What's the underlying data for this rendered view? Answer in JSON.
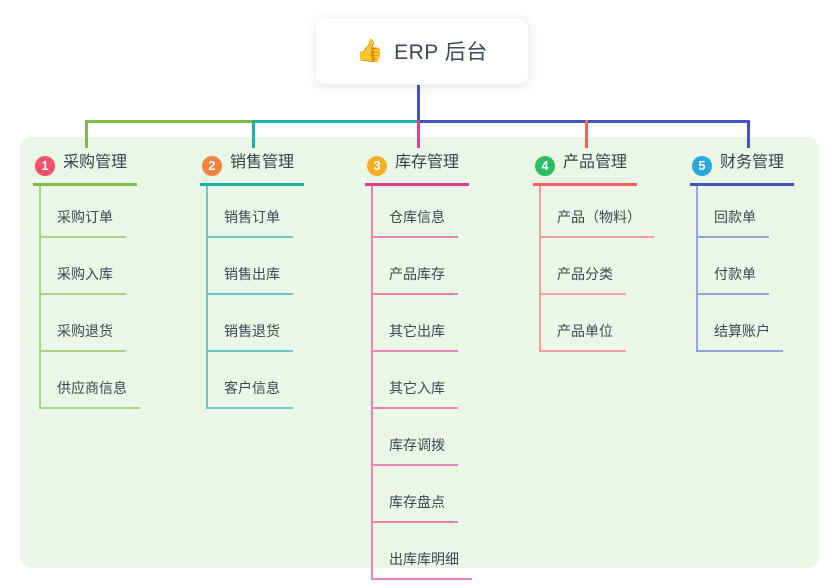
{
  "root": {
    "icon": "👍",
    "label": "ERP 后台"
  },
  "colors": {
    "panel_bg": "#ebf7e6",
    "root_connector": "#4255c4",
    "branch1_line": "#7cbe45",
    "branch2_line": "#18b2a8",
    "branch3_line": "#db3e93",
    "branch4_line": "#f2615c",
    "branch5_line": "#4255c4",
    "badge1": "#f4506a",
    "badge2": "#f5823e",
    "badge3": "#fbad26",
    "badge4": "#2abe5e",
    "badge5": "#2ba8db",
    "thumb_icon": "#f5c02c",
    "text": "#3c4656"
  },
  "branches": [
    {
      "num": "1",
      "label": "采购管理",
      "children": [
        "采购订单",
        "采购入库",
        "采购退货",
        "供应商信息"
      ]
    },
    {
      "num": "2",
      "label": "销售管理",
      "children": [
        "销售订单",
        "销售出库",
        "销售退货",
        "客户信息"
      ]
    },
    {
      "num": "3",
      "label": "库存管理",
      "children": [
        "仓库信息",
        "产品库存",
        "其它出库",
        "其它入库",
        "库存调拨",
        "库存盘点",
        "出库库明细"
      ]
    },
    {
      "num": "4",
      "label": "产品管理",
      "children": [
        "产品（物料）",
        "产品分类",
        "产品单位"
      ]
    },
    {
      "num": "5",
      "label": "财务管理",
      "children": [
        "回款单",
        "付款单",
        "结算账户"
      ]
    }
  ]
}
